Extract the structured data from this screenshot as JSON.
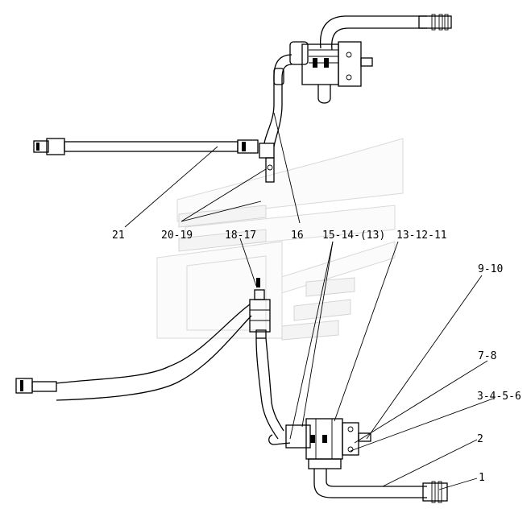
{
  "callouts": {
    "c21": "21",
    "c20_19": "20-19",
    "c18_17": "18-17",
    "c16": "16",
    "c15_14_13": "15-14-(13)",
    "c13_12_11": "13-12-11",
    "c9_10": "9-10",
    "c7_8": "7-8",
    "c3_4_5_6": "3-4-5-6",
    "c2": "2",
    "c1": "1"
  },
  "colors": {
    "line": "#000000",
    "background": "#ffffff",
    "watermark": "#d9d9d9"
  }
}
